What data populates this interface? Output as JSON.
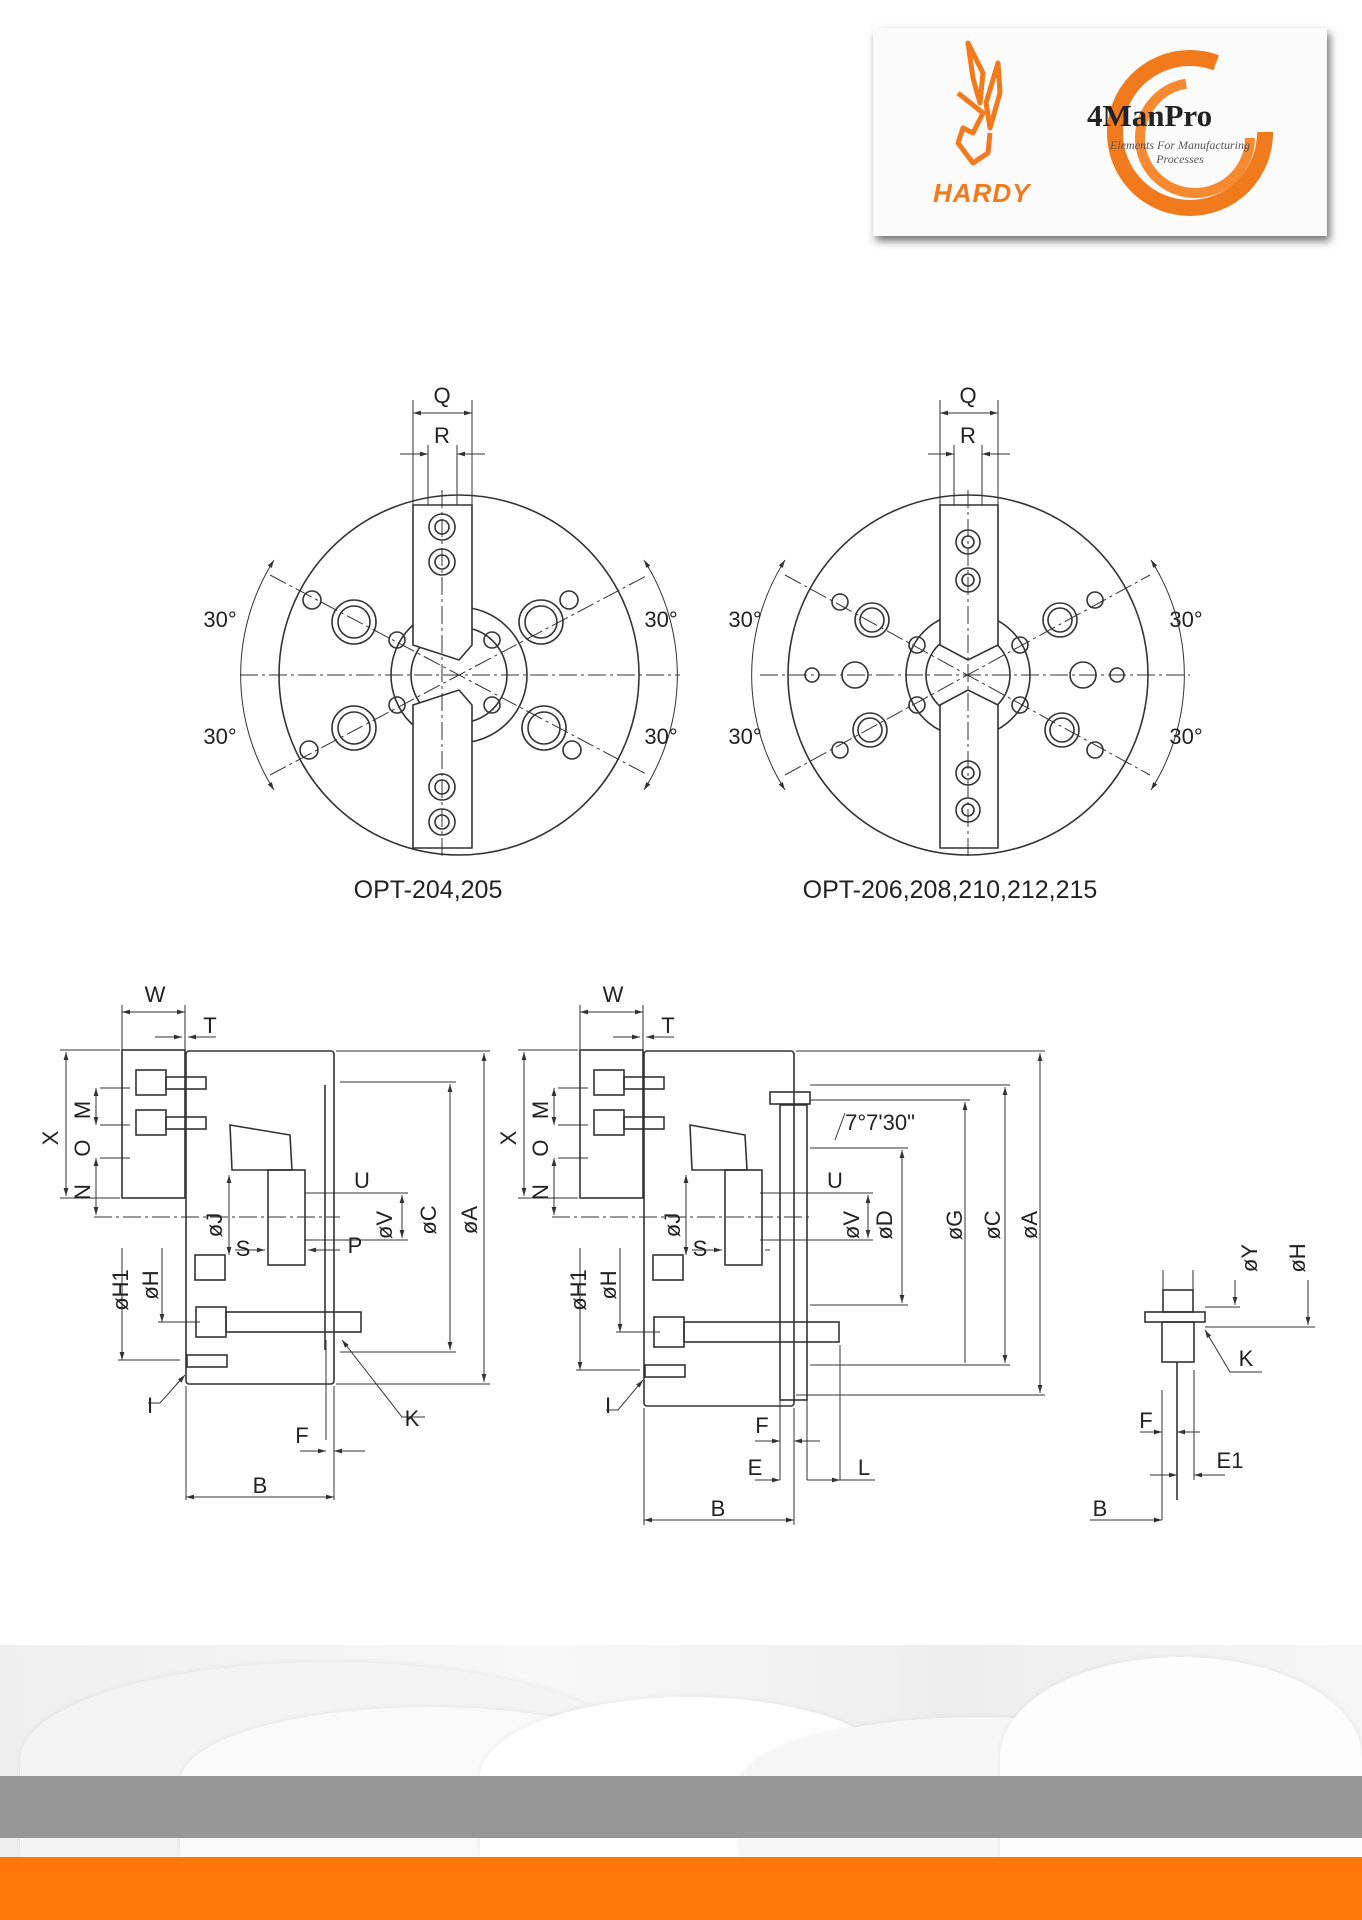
{
  "logos": {
    "hardy": "HARDY",
    "fourmanpro": "4ManPro",
    "tagline": "Elements For Manufacturing Processes"
  },
  "colors": {
    "brand_orange": "#ff7807",
    "band_gray": "#979797",
    "line": "#333333"
  },
  "front_views": [
    {
      "caption": "OPT-204,205",
      "q": "Q",
      "r": "R",
      "angles": [
        "30°",
        "30°",
        "30°",
        "30°"
      ]
    },
    {
      "caption": "OPT-206,208,210,212,215",
      "q": "Q",
      "r": "R",
      "angles": [
        "30°",
        "30°",
        "30°",
        "30°"
      ]
    }
  ],
  "side_view_1": {
    "W": "W",
    "T": "T",
    "X": "X",
    "M": "M",
    "O": "O",
    "N": "N",
    "U": "U",
    "J": "øJ",
    "S": "S",
    "V": "øV",
    "P": "P",
    "C": "øC",
    "A": "øA",
    "H1": "øH1",
    "H": "øH",
    "I": "I",
    "K": "K",
    "F": "F",
    "B": "B"
  },
  "side_view_2": {
    "W": "W",
    "T": "T",
    "X": "X",
    "M": "M",
    "O": "O",
    "N": "N",
    "angle": "7°7'30\"",
    "U": "U",
    "J": "øJ",
    "S": "S",
    "V": "øV",
    "D": "øD",
    "G": "øG",
    "C": "øC",
    "A": "øA",
    "H1": "øH1",
    "H": "øH",
    "I": "I",
    "F": "F",
    "E": "E",
    "L": "L",
    "B": "B"
  },
  "detail_view": {
    "Y": "øY",
    "H": "øH",
    "K": "K",
    "F": "F",
    "E1": "E1",
    "B": "B"
  }
}
